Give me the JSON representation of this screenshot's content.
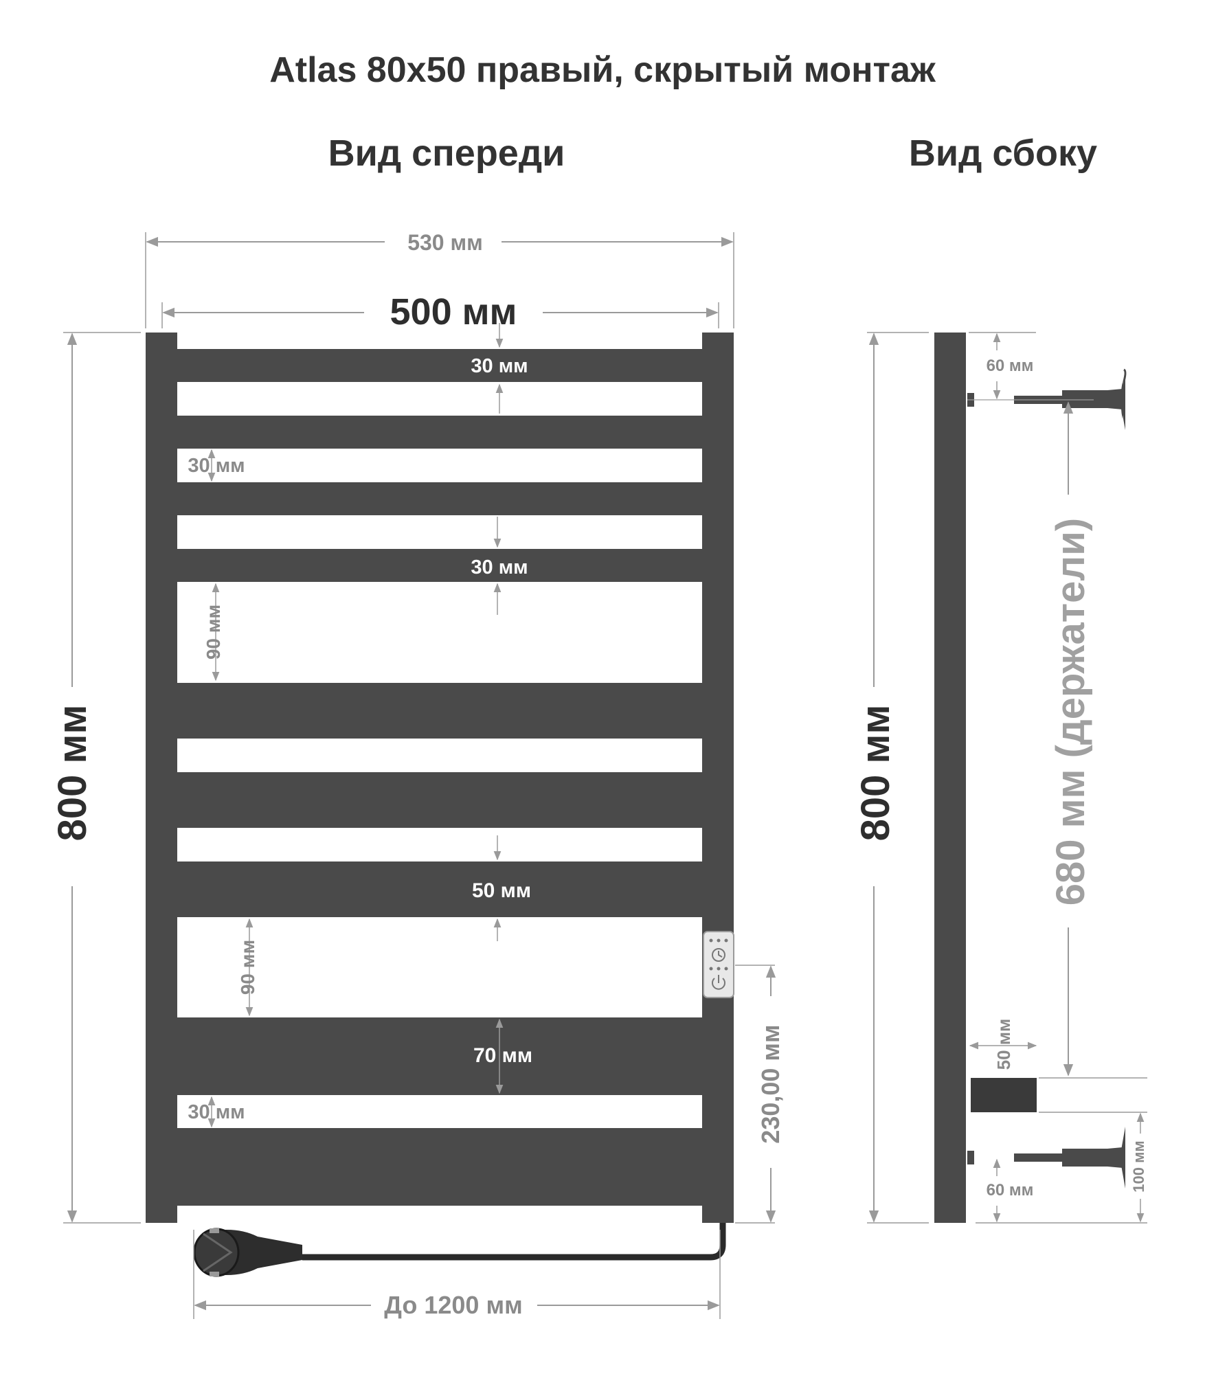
{
  "title": "Atlas 80x50 правый, скрытый монтаж",
  "views": {
    "front": "Вид спереди",
    "side": "Вид сбоку"
  },
  "front": {
    "overall_width": "530 мм",
    "inner_width": "500 мм",
    "height": "800 мм",
    "gap_top_1": "30 мм",
    "gap_left_2": "30 мм",
    "gap_mid_3": "30 мм",
    "gap_left_90a": "90 мм",
    "bar_50": "50 мм",
    "gap_left_90b": "90 мм",
    "bar_70": "70 мм",
    "gap_left_30b": "30 мм",
    "control_offset": "230,00 мм",
    "cable_length": "До 1200 мм"
  },
  "side": {
    "height": "800 мм",
    "holder_distance": "680 мм (держатели)",
    "top_offset": "60 мм",
    "depth_50": "50 мм",
    "bottom_offset": "60 мм",
    "wall_gap": "100 мм"
  },
  "colors": {
    "metal": "#4a4a4a",
    "dim": "#9a9a9a",
    "text": "#333333",
    "dim_text": "#8a8a8a"
  }
}
